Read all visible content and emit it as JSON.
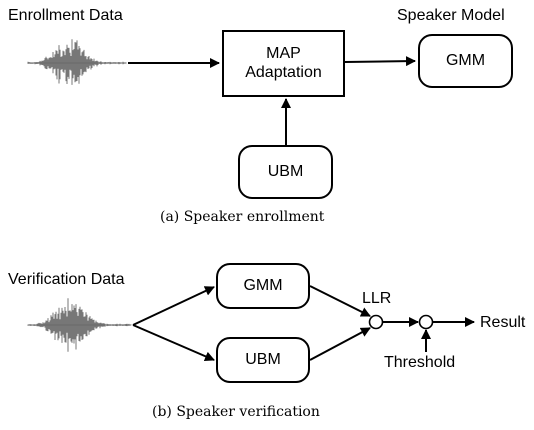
{
  "enrollment": {
    "input_label": "Enrollment Data",
    "map_box_line1": "MAP",
    "map_box_line2": "Adaptation",
    "output_label": "Speaker Model",
    "gmm_label": "GMM",
    "ubm_label": "UBM",
    "caption": "(a)  Speaker enrollment"
  },
  "verification": {
    "input_label": "Verification Data",
    "gmm_label": "GMM",
    "ubm_label": "UBM",
    "llr_label": "LLR",
    "threshold_label": "Threshold",
    "result_label": "Result",
    "caption": "(b)  Speaker verification"
  }
}
